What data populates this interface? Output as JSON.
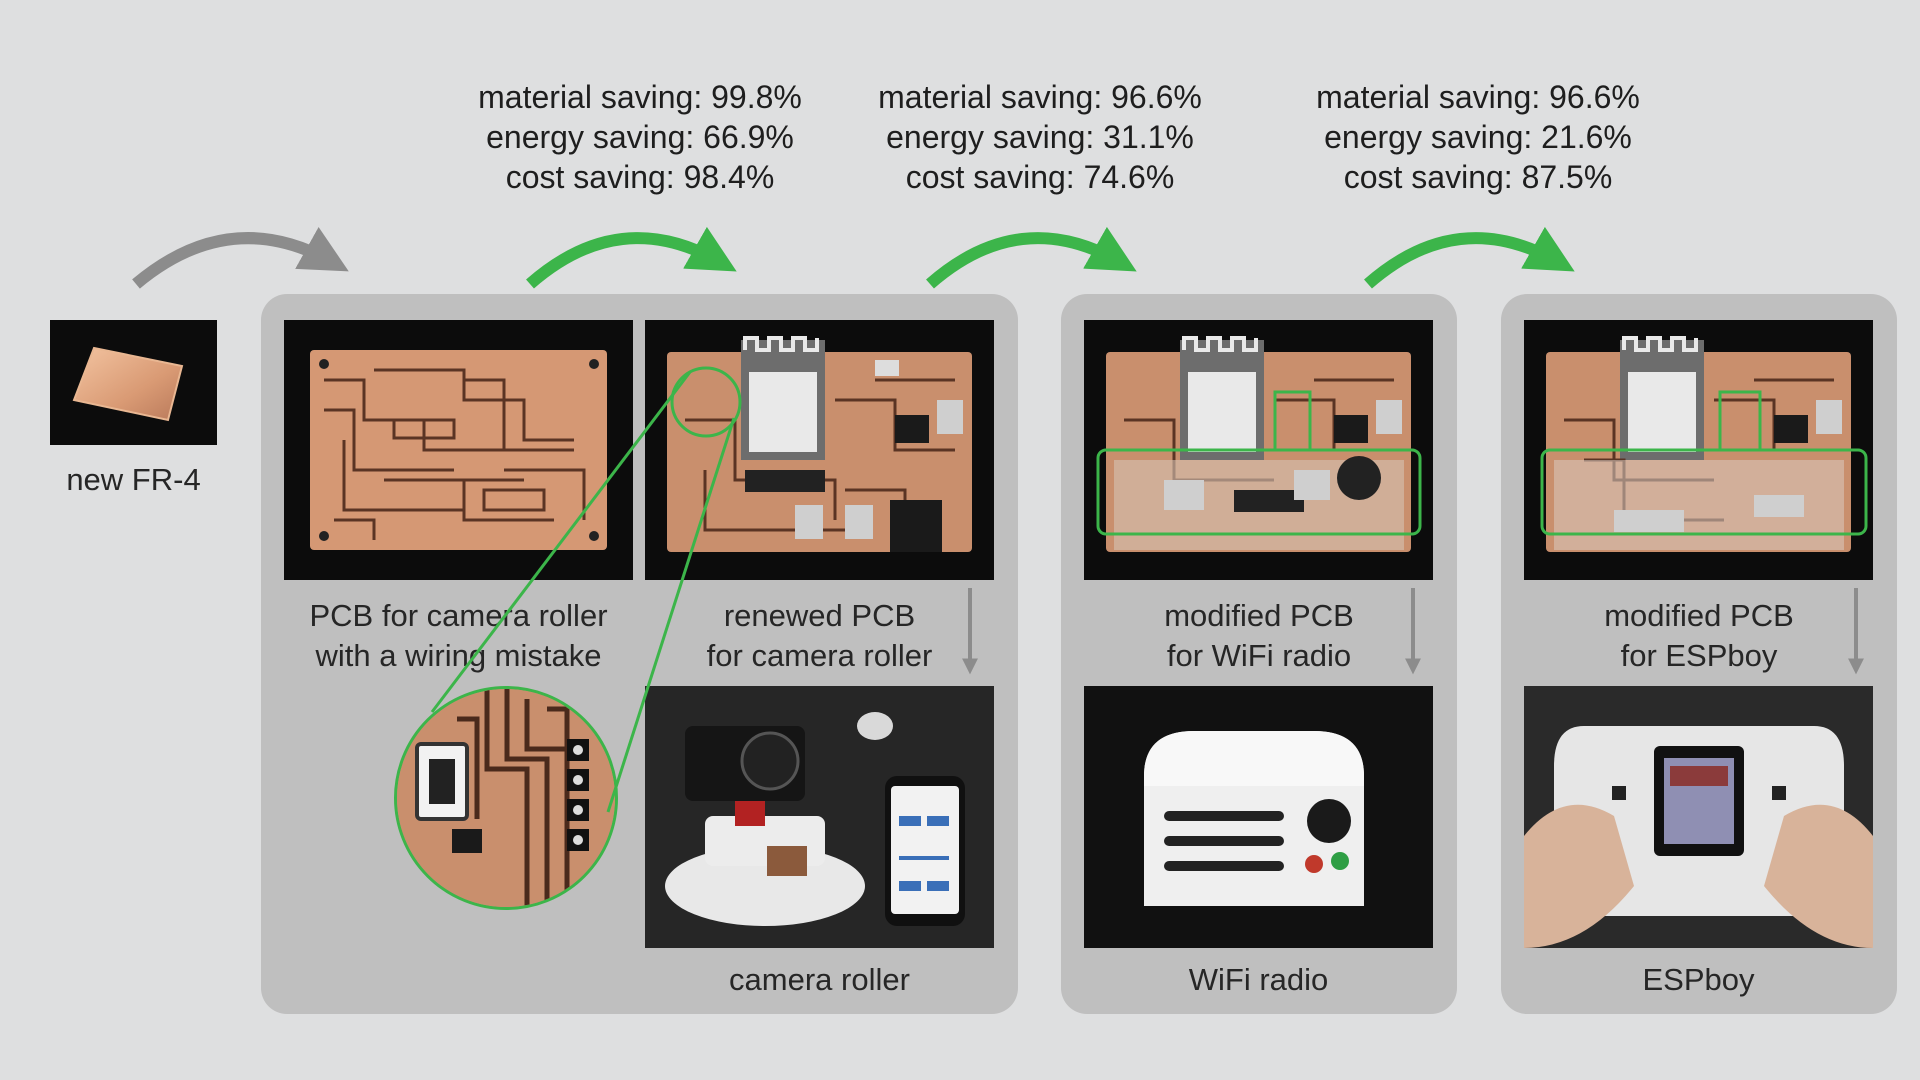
{
  "source_label": "new FR-4",
  "steps": [
    {
      "material": "material saving: 99.8%",
      "energy": "energy saving: 66.9%",
      "cost": "cost saving: 98.4%"
    },
    {
      "material": "material saving: 96.6%",
      "energy": "energy saving: 31.1%",
      "cost": "cost saving: 74.6%"
    },
    {
      "material": "material saving: 96.6%",
      "energy": "energy saving: 21.6%",
      "cost": "cost saving: 87.5%"
    }
  ],
  "camera_group": {
    "mistake_pcb": [
      "PCB for camera roller",
      "with a wiring mistake"
    ],
    "renewed_pcb": [
      "renewed PCB",
      "for camera roller"
    ],
    "product": "camera roller"
  },
  "wifi_group": {
    "pcb": [
      "modified PCB",
      "for WiFi radio"
    ],
    "product": "WiFi radio"
  },
  "espboy_group": {
    "pcb": [
      "modified PCB",
      "for ESPboy"
    ],
    "product": "ESPboy"
  },
  "colors": {
    "background": "#dedfe0",
    "panel": "#bfbfbf",
    "highlight_green": "#3cb54a",
    "arrow_gray": "#8c8c8c",
    "copper": "#c98f6d"
  }
}
